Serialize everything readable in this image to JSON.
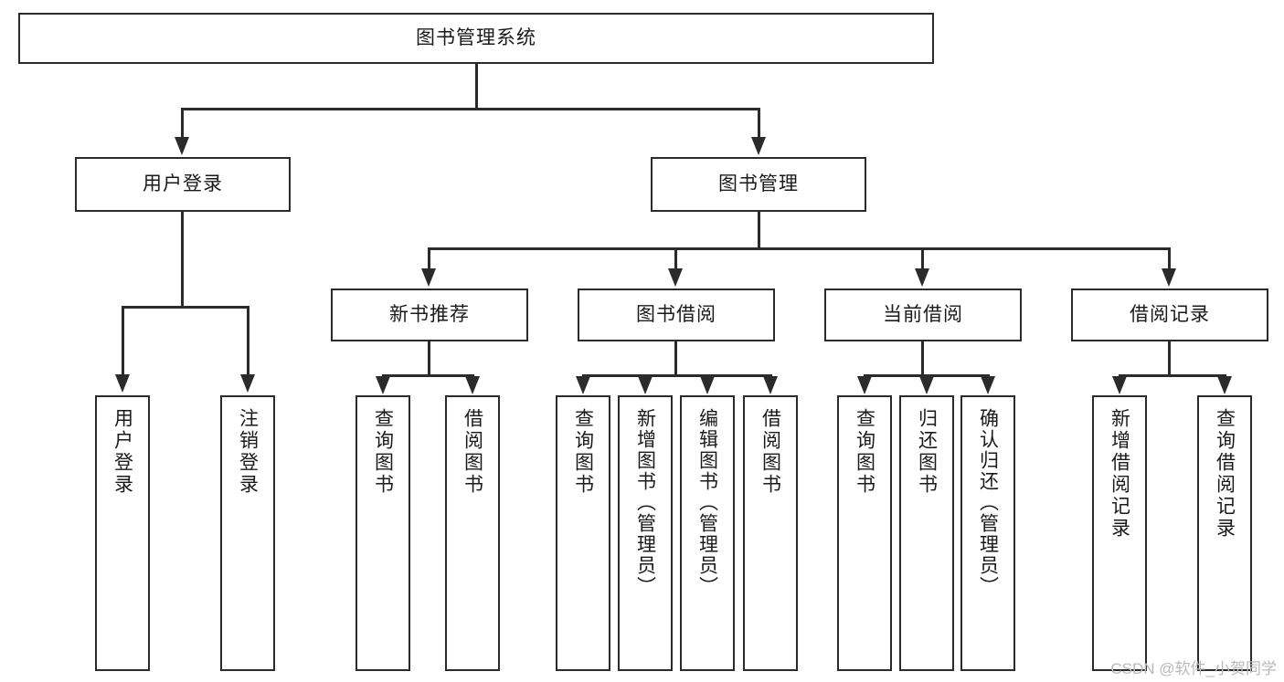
{
  "diagram": {
    "title": "图书管理系统",
    "type": "tree-hierarchy-chart",
    "watermark": "CSDN @软件_小贺同学",
    "colors": {
      "stroke": "#2b2b2b",
      "fill": "#ffffff",
      "text": "#1a1a1a",
      "watermark": "#b9b9b9"
    }
  },
  "root": {
    "label": "图书管理系统"
  },
  "level1": [
    {
      "label": "用户登录"
    },
    {
      "label": "图书管理"
    }
  ],
  "level2": [
    {
      "label": "新书推荐"
    },
    {
      "label": "图书借阅"
    },
    {
      "label": "当前借阅"
    },
    {
      "label": "借阅记录"
    }
  ],
  "leaves": {
    "user_login": [
      {
        "label": "用户登录"
      },
      {
        "label": "注销登录"
      }
    ],
    "new_book_recommend": [
      {
        "label": "查询图书"
      },
      {
        "label": "借阅图书"
      }
    ],
    "book_borrow": [
      {
        "label": "查询图书"
      },
      {
        "label": "新增图书（管理员）"
      },
      {
        "label": "编辑图书（管理员）"
      },
      {
        "label": "借阅图书"
      }
    ],
    "current_borrow": [
      {
        "label": "查询图书"
      },
      {
        "label": "归还图书"
      },
      {
        "label": "确认归还（管理员）"
      }
    ],
    "borrow_record": [
      {
        "label": "新增借阅记录"
      },
      {
        "label": "查询借阅记录"
      }
    ]
  }
}
